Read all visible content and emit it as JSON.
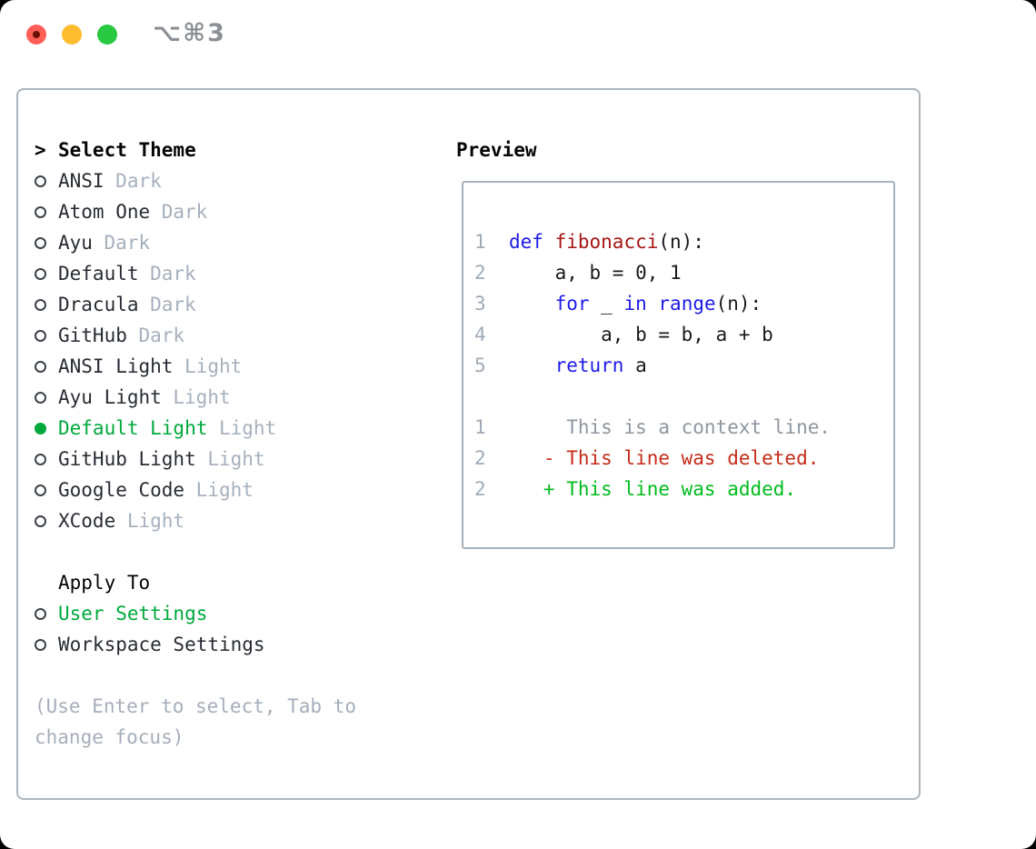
{
  "window": {
    "title": "⌥⌘3"
  },
  "theme_picker": {
    "prompt": ">",
    "header_label": "Select Theme",
    "items": [
      {
        "name": "ANSI",
        "variant": "Dark",
        "selected": false
      },
      {
        "name": "Atom One",
        "variant": "Dark",
        "selected": false
      },
      {
        "name": "Ayu",
        "variant": "Dark",
        "selected": false
      },
      {
        "name": "Default",
        "variant": "Dark",
        "selected": false
      },
      {
        "name": "Dracula",
        "variant": "Dark",
        "selected": false
      },
      {
        "name": "GitHub",
        "variant": "Dark",
        "selected": false
      },
      {
        "name": "ANSI Light",
        "variant": "Light",
        "selected": false
      },
      {
        "name": "Ayu Light",
        "variant": "Light",
        "selected": false
      },
      {
        "name": "Default Light",
        "variant": "Light",
        "selected": true
      },
      {
        "name": "GitHub Light",
        "variant": "Light",
        "selected": false
      },
      {
        "name": "Google Code",
        "variant": "Light",
        "selected": false
      },
      {
        "name": "XCode",
        "variant": "Light",
        "selected": false
      }
    ]
  },
  "apply_to": {
    "label": "Apply To",
    "options": [
      {
        "label": "User Settings",
        "selected": true
      },
      {
        "label": "Workspace Settings",
        "selected": false
      }
    ]
  },
  "help_text": "(Use Enter to select, Tab to change focus)",
  "preview": {
    "label": "Preview",
    "code_lines": [
      {
        "num": "1",
        "tokens": [
          {
            "text": "def",
            "type": "keyword"
          },
          {
            "text": " ",
            "type": "plain"
          },
          {
            "text": "fibonacci",
            "type": "name"
          },
          {
            "text": "(n):",
            "type": "plain"
          }
        ]
      },
      {
        "num": "2",
        "tokens": [
          {
            "text": "    a, b = 0, 1",
            "type": "plain"
          }
        ]
      },
      {
        "num": "3",
        "tokens": [
          {
            "text": "    ",
            "type": "plain"
          },
          {
            "text": "for",
            "type": "keyword"
          },
          {
            "text": " _ ",
            "type": "plain"
          },
          {
            "text": "in",
            "type": "keyword"
          },
          {
            "text": " ",
            "type": "plain"
          },
          {
            "text": "range",
            "type": "keyword"
          },
          {
            "text": "(n):",
            "type": "plain"
          }
        ]
      },
      {
        "num": "4",
        "tokens": [
          {
            "text": "        a, b = b, a + b",
            "type": "plain"
          }
        ]
      },
      {
        "num": "5",
        "tokens": [
          {
            "text": "    ",
            "type": "plain"
          },
          {
            "text": "return",
            "type": "keyword"
          },
          {
            "text": " a",
            "type": "plain"
          }
        ]
      }
    ],
    "diff_lines": [
      {
        "num": "1",
        "marker": "",
        "text": "This is a context line.",
        "type": "context"
      },
      {
        "num": "2",
        "marker": "-",
        "text": "This line was deleted.",
        "type": "deleted"
      },
      {
        "num": "2",
        "marker": "+",
        "text": "This line was added.",
        "type": "added"
      }
    ]
  },
  "colors": {
    "selection_green": "#00a93c",
    "added_green": "#00bc1c",
    "deleted_red": "#c62b19",
    "keyword_blue": "#1d1ae8",
    "function_name_red": "#a81414",
    "variant_gray": "#a6b0bd",
    "line_number_gray": "#9faab6",
    "context_gray": "#8e969e",
    "help_gray": "#a6aeba",
    "panel_border_gray": "#adb5bd",
    "traffic_red": "#ff5f57",
    "traffic_yellow": "#febc2e",
    "traffic_green": "#28c840"
  }
}
